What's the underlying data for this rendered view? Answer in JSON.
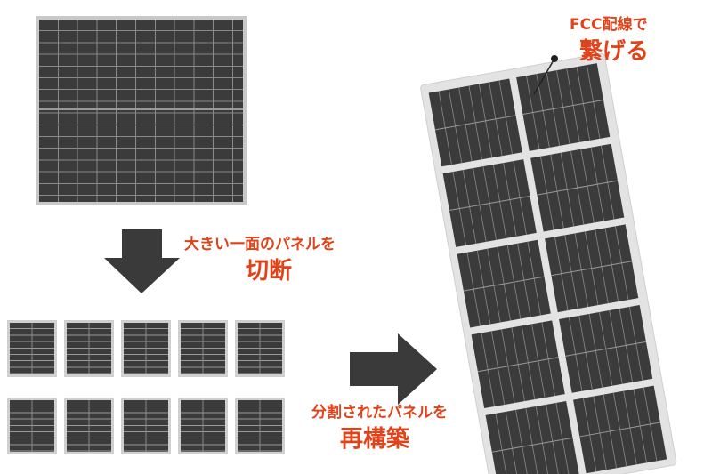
{
  "labels": {
    "cut_line1": "大きい一面のパネルを",
    "cut_line2": "切断",
    "rebuild_line1": "分割されたパネルを",
    "rebuild_line2": "再構築",
    "fcc_line1": "FCC配線で",
    "fcc_line2": "繋げる"
  },
  "colors": {
    "accent": "#e0431a",
    "cell": "#3b3b3b",
    "frame": "#c8c8c8",
    "arrow": "#3a3a3a"
  },
  "icons": {
    "down_arrow": "arrow-down-icon",
    "right_arrow": "arrow-right-icon",
    "pointer": "callout-pointer-icon"
  }
}
